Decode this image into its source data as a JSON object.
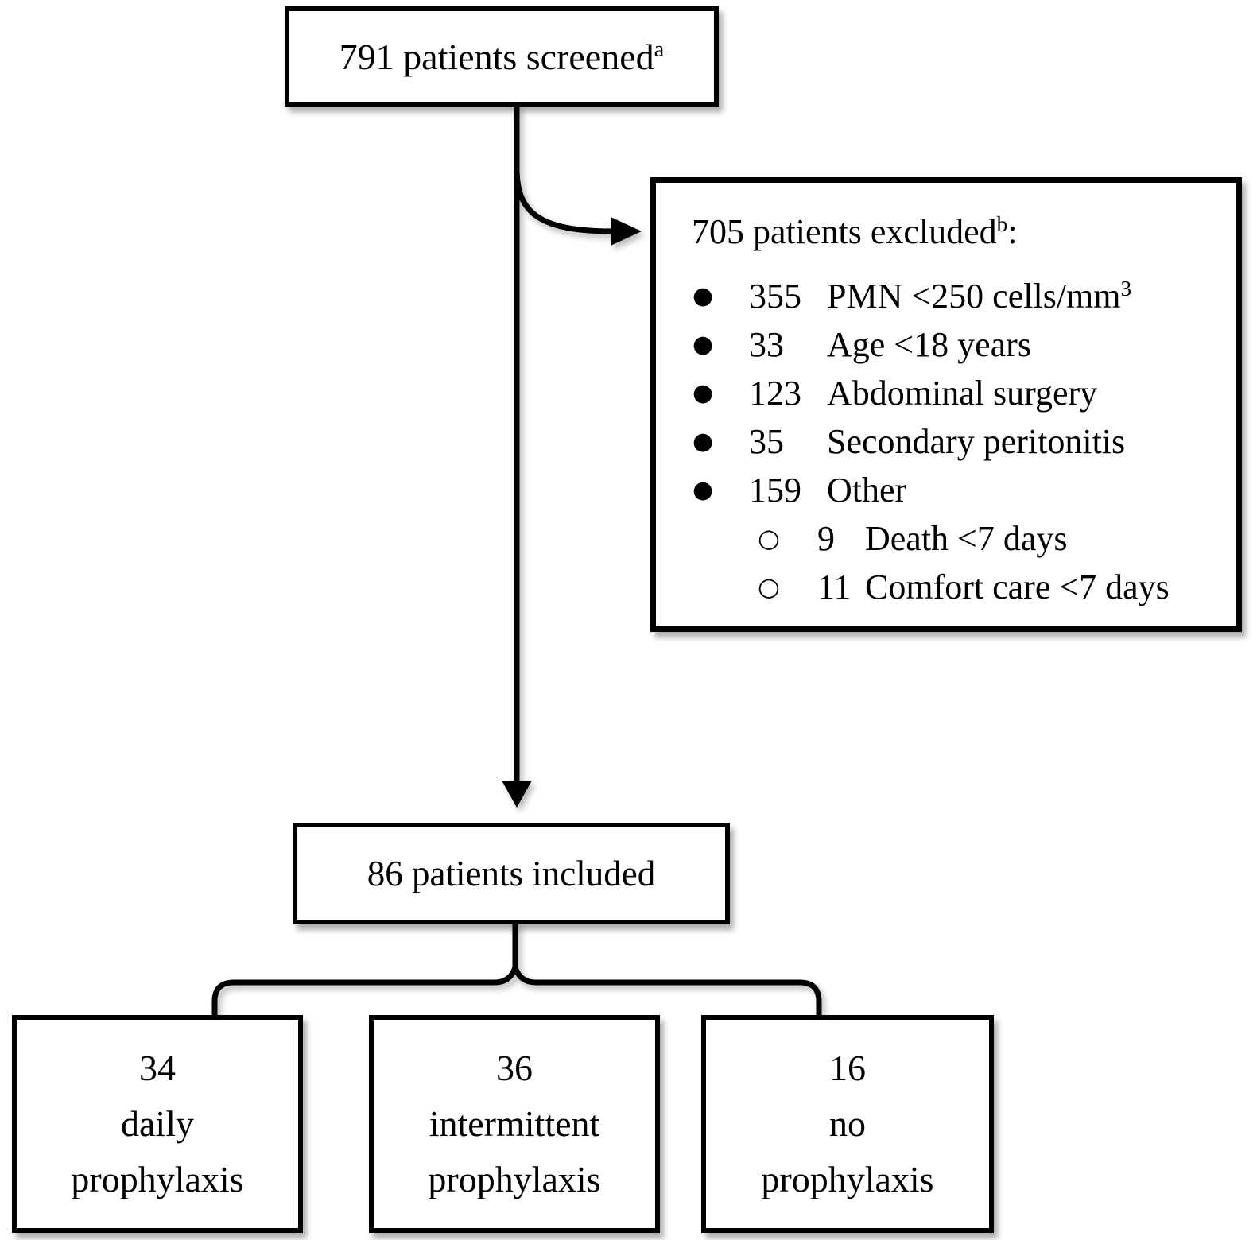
{
  "colors": {
    "ink": "#000000",
    "box_background": "#ffffff"
  },
  "icons": {
    "filled_bullet": "●",
    "open_bullet": "○"
  },
  "flowchart": {
    "screened_box": {
      "text": "791 patients screened",
      "footnote_marker": "a"
    },
    "excluded_box": {
      "title": "705 patients excluded",
      "footnote_marker": "b",
      "title_suffix": ":",
      "items": [
        {
          "count": "355",
          "label": "PMN <250 cells/mm",
          "superscript": "3"
        },
        {
          "count": "33",
          "label": "Age <18 years",
          "superscript": ""
        },
        {
          "count": "123",
          "label": "Abdominal surgery",
          "superscript": ""
        },
        {
          "count": "35",
          "label": "Secondary peritonitis",
          "superscript": ""
        },
        {
          "count": "159",
          "label": "Other",
          "superscript": ""
        }
      ],
      "sub_items": [
        {
          "count": "9",
          "label": "Death <7 days"
        },
        {
          "count": "11",
          "label": "Comfort care <7 days"
        }
      ]
    },
    "included_box": {
      "text": "86 patients included"
    },
    "arm_boxes": [
      {
        "count": "34",
        "label_line1": "daily",
        "label_line2": "prophylaxis"
      },
      {
        "count": "36",
        "label_line1": "intermittent",
        "label_line2": "prophylaxis"
      },
      {
        "count": "16",
        "label_line1": "no",
        "label_line2": "prophylaxis"
      }
    ]
  }
}
